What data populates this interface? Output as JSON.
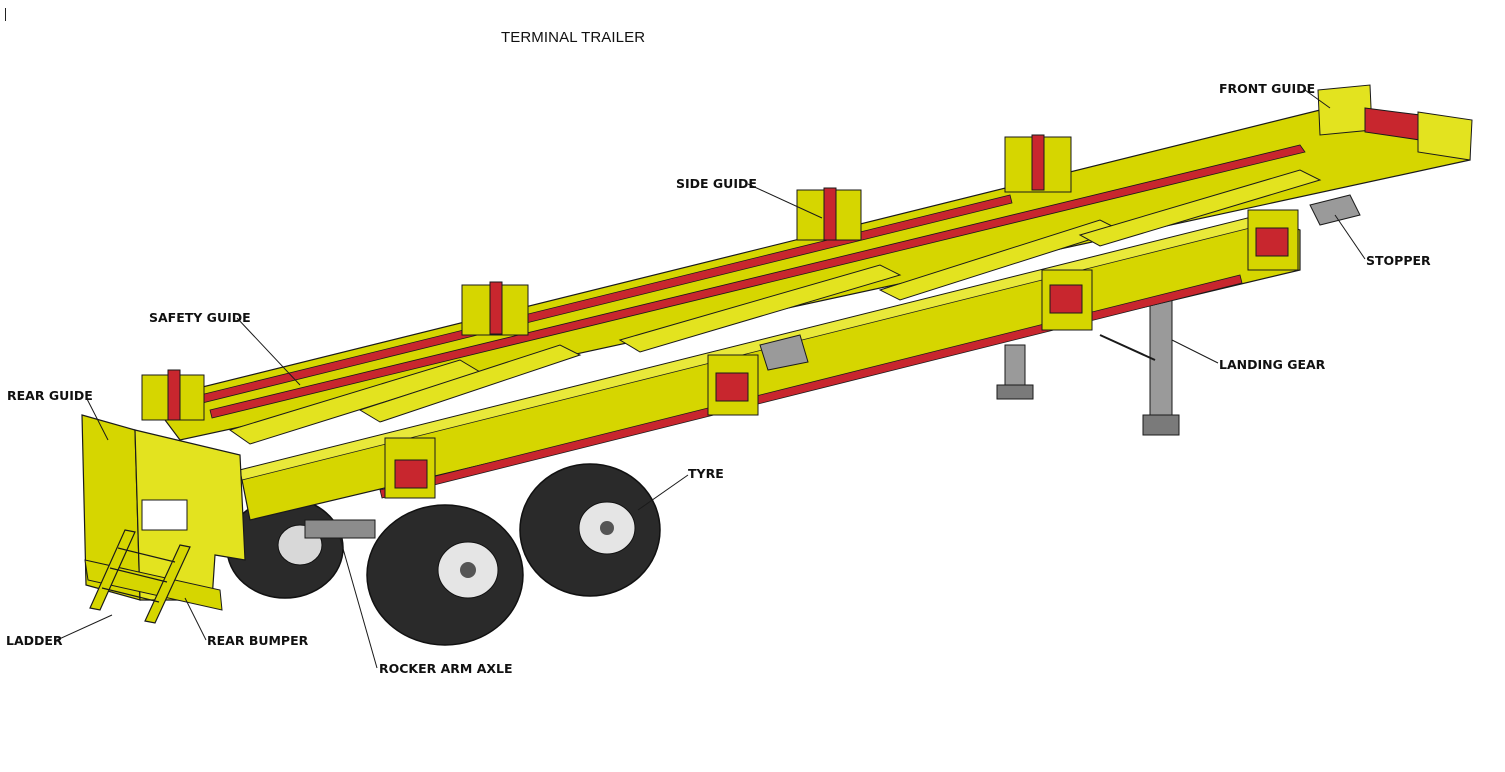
{
  "title": "TERMINAL TRAILER",
  "colors": {
    "frame": "#d6d600",
    "frame_light": "#e9e93a",
    "frame_shadow": "#b0b000",
    "accent_red": "#c8262e",
    "steel_gray": "#8c8c8c",
    "tyre": "#2a2a2a",
    "outline": "#1a1a1a"
  },
  "callouts": {
    "front_guide": "FRONT GUIDE",
    "side_guide": "SIDE GUIDE",
    "stopper": "STOPPER",
    "safety_guide": "SAFETY GUIDE",
    "rear_guide": "REAR GUIDE",
    "landing_gear": "LANDING GEAR",
    "tyre": "TYRE",
    "ladder": "LADDER",
    "rear_bumper": "REAR BUMPER",
    "rocker_arm_axle": "ROCKER ARM AXLE"
  }
}
